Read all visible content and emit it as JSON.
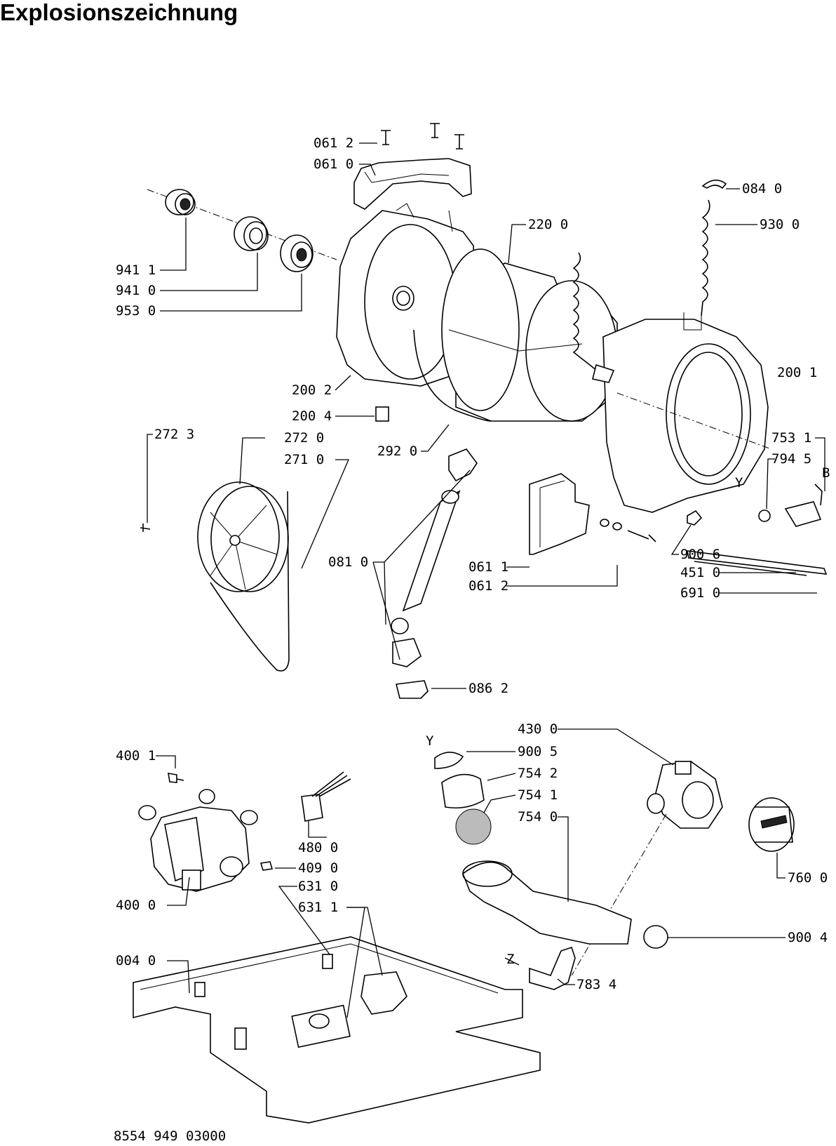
{
  "title": "Explosionszeichnung",
  "doc_number": "8554 949 03000",
  "labels": {
    "l0612a": "061 2",
    "l0610": "061 0",
    "l0840": "084 0",
    "l9300": "930 0",
    "l2200": "220 0",
    "l9411": "941 1",
    "l9410": "941 0",
    "l9530": "953 0",
    "l2002": "200 2",
    "l2004": "200 4",
    "l2001": "200 1",
    "l2723": "272 3",
    "l2720": "272 0",
    "l2710": "271 0",
    "l2920": "292 0",
    "l7531": "753 1",
    "l7945": "794 5",
    "lB": "B",
    "lY1": "Y",
    "l0810": "081 0",
    "l0611": "061 1",
    "l0612b": "061 2",
    "l9006": "900 6",
    "l4510": "451 0",
    "l6910": "691 0",
    "l0862": "086 2",
    "l4300": "430 0",
    "lY2": "Y",
    "l9005": "900 5",
    "l7542": "754 2",
    "l7541": "754 1",
    "l7540": "754 0",
    "l4001": "400 1",
    "l4800": "480 0",
    "l4090": "409 0",
    "l6310": "631 0",
    "l6311": "631 1",
    "l4000": "400 0",
    "l7600": "760 0",
    "l9004": "900 4",
    "l0040": "004 0",
    "lZ": "Z",
    "l7834": "783 4"
  }
}
